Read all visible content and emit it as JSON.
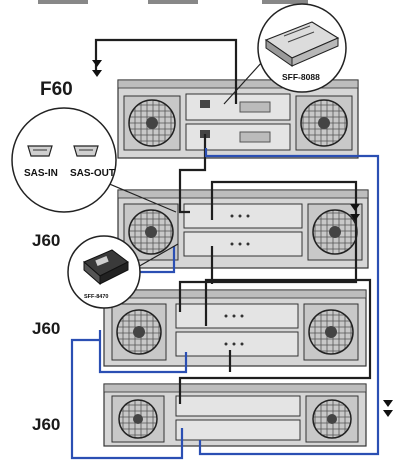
{
  "enclosures": [
    {
      "label": "F60"
    },
    {
      "label": "J60"
    },
    {
      "label": "J60"
    },
    {
      "label": "J60"
    }
  ],
  "callouts": {
    "sff8088": "SFF-8088",
    "sas_in": "SAS-IN",
    "sas_out": "SAS-OUT",
    "sff8470": "SFF-8470"
  },
  "colors": {
    "blue_cable": "#2b4fb3",
    "black_cable": "#1e1e1e",
    "chassis": "#d4d4d4"
  }
}
